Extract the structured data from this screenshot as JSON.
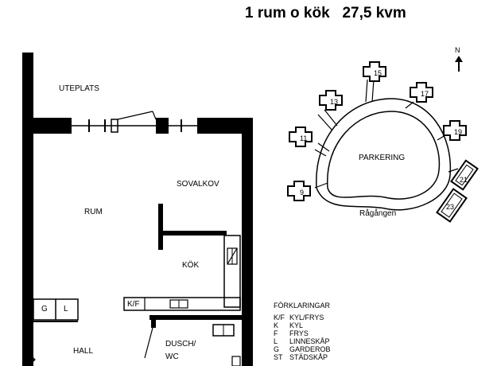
{
  "title": "1 rum o kök   27,5 kvm",
  "compass": "N",
  "rooms": {
    "uteplats": "UTEPLATS",
    "sovalkov": "SOVALKOV",
    "rum": "RUM",
    "kok": "KÖK",
    "kf": "K/F",
    "g": "G",
    "l": "L",
    "hall": "HALL",
    "dusch": "DUSCH/",
    "wc": "WC"
  },
  "site": {
    "parkering": "PARKERING",
    "road": "Rågången",
    "buildings": [
      "15",
      "13",
      "17",
      "11",
      "19",
      "9",
      "21",
      "23"
    ]
  },
  "legend": {
    "title": "FÖRKLARINGAR",
    "items": [
      {
        "code": "K/F",
        "text": "KYL/FRYS"
      },
      {
        "code": "K",
        "text": "KYL"
      },
      {
        "code": "F",
        "text": "FRYS"
      },
      {
        "code": "L",
        "text": "LINNESKÅP"
      },
      {
        "code": "G",
        "text": "GARDEROB"
      },
      {
        "code": "ST",
        "text": "STÄDSKÅP"
      }
    ]
  }
}
